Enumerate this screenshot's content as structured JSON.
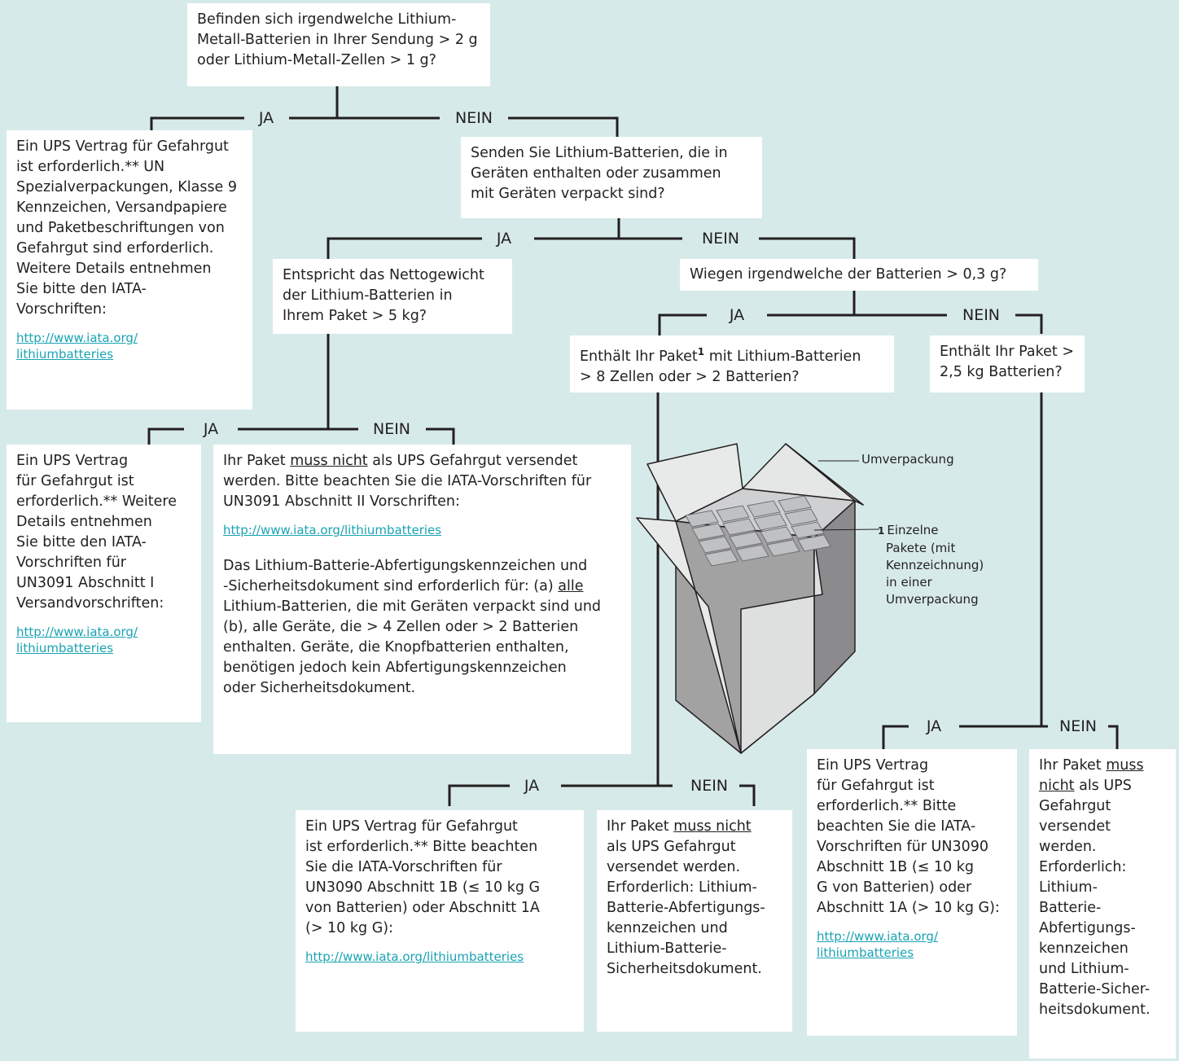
{
  "q1": {
    "line1": "Befinden sich irgendwelche Lithium-",
    "line2": "Metall-Batterien in Ihrer Sendung > 2 g",
    "line3": "oder Lithium-Metall-Zellen > 1 g?"
  },
  "q2": {
    "line1": "Senden Sie Lithium-Batterien, die in",
    "line2": "Geräten enthalten oder zusammen",
    "line3": "mit Geräten verpackt sind?"
  },
  "q3": {
    "line1": "Entspricht das Nettogewicht",
    "line2": "der Lithium-Batterien in",
    "line3": "Ihrem Paket > 5 kg?"
  },
  "q4": {
    "text": "Wiegen irgendwelche der Batterien > 0,3 g?"
  },
  "q5": {
    "a": "Enthält Ihr Paket",
    "sup": "1",
    "b": " mit Lithium-Batterien",
    "line2": "> 8 Zellen oder > 2 Batterien?"
  },
  "q6": {
    "line1": "Enthält Ihr Paket >",
    "line2": "2,5 kg Batterien?"
  },
  "labels": {
    "ja": "JA",
    "nein": "NEIN"
  },
  "link": {
    "full": "http://www.iata.org/lithiumbatteries",
    "part1": "http://www.iata.org/",
    "part2": "lithiumbatteries"
  },
  "a1": {
    "lines": [
      "Ein UPS Vertrag für Gefahrgut",
      "ist erforderlich.** UN",
      "Spezialverpackungen, Klasse 9",
      "Kennzeichen, Versandpapiere",
      "und Paketbeschriftungen von",
      "Gefahrgut sind erforderlich.",
      "Weitere Details entnehmen",
      "Sie bitte den IATA-",
      "Vorschriften:"
    ]
  },
  "a2": {
    "lines": [
      "Ein UPS Vertrag",
      "für Gefahrgut ist",
      "erforderlich.** Weitere",
      "Details entnehmen",
      "Sie bitte den IATA-",
      "Vorschriften für",
      "UN3091 Abschnitt I",
      "Versandvorschriften:"
    ]
  },
  "a3": {
    "p1a": "Ihr Paket ",
    "p1u": "muss nicht",
    "p1b": " als UPS Gefahrgut versendet",
    "p1l2": "werden. Bitte beachten Sie die IATA-Vorschriften für",
    "p1l3": "UN3091 Abschnitt II Vorschriften:",
    "p2l1": "Das Lithium-Batterie-Abfertigungskennzeichen und",
    "p2l2a": "-Sicherheitsdokument sind erforderlich für: (a) ",
    "p2l2u": "alle",
    "p2l3": "Lithium-Batterien, die mit Geräten verpackt sind und",
    "p2l4": "(b), alle Geräte, die > 4 Zellen oder > 2 Batterien",
    "p2l5": "enthalten. Geräte, die Knopfbatterien enthalten,",
    "p2l6": "benötigen jedoch kein Abfertigungskennzeichen",
    "p2l7": "oder Sicherheitsdokument."
  },
  "a4": {
    "lines": [
      "Ein UPS Vertrag für Gefahrgut",
      "ist erforderlich.** Bitte beachten",
      "Sie die IATA-Vorschriften für",
      "UN3090 Abschnitt 1B (≤ 10 kg G",
      "von Batterien) oder Abschnitt 1A",
      "(> 10 kg G):"
    ]
  },
  "a5": {
    "u": "muss nicht",
    "a": "Ihr Paket ",
    "lines": [
      "als UPS Gefahrgut",
      "versendet werden.",
      "Erforderlich: Lithium-",
      "Batterie-Abfertigungs-",
      "kennzeichen und",
      "Lithium-Batterie-",
      "Sicherheitsdokument."
    ]
  },
  "a6": {
    "lines": [
      "Ein UPS Vertrag",
      "für Gefahrgut ist",
      "erforderlich.** Bitte",
      "beachten Sie die IATA-",
      "Vorschriften für UN3090",
      "Abschnitt 1B (≤ 10 kg",
      "G von Batterien) oder",
      "Abschnitt 1A (> 10 kg G):"
    ]
  },
  "a7": {
    "l1": "Ihr Paket ",
    "u1": "muss ",
    "u2": "nicht",
    "l2b": " als UPS",
    "lines": [
      "Gefahrgut",
      "versendet",
      "werden.",
      "Erforderlich:",
      "Lithium-",
      "Batterie-",
      "Abfertigungs-",
      "kennzeichen",
      "und Lithium-",
      "Batterie-Sicher-",
      "heitsdokument."
    ]
  },
  "illustration": {
    "overpack": "Umverpackung",
    "num": "1",
    "single": [
      "Einzelne",
      "Pakete (mit",
      "Kennzeichnung)",
      "in einer",
      "Umverpackung"
    ]
  }
}
